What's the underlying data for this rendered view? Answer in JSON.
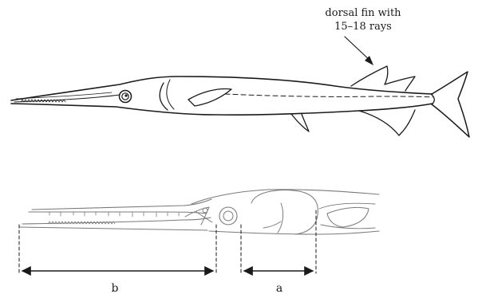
{
  "annotation": {
    "line1": "dorsal fin with",
    "line2": "15–18 rays"
  },
  "measurements": {
    "b_label": "b",
    "a_label": "a"
  }
}
